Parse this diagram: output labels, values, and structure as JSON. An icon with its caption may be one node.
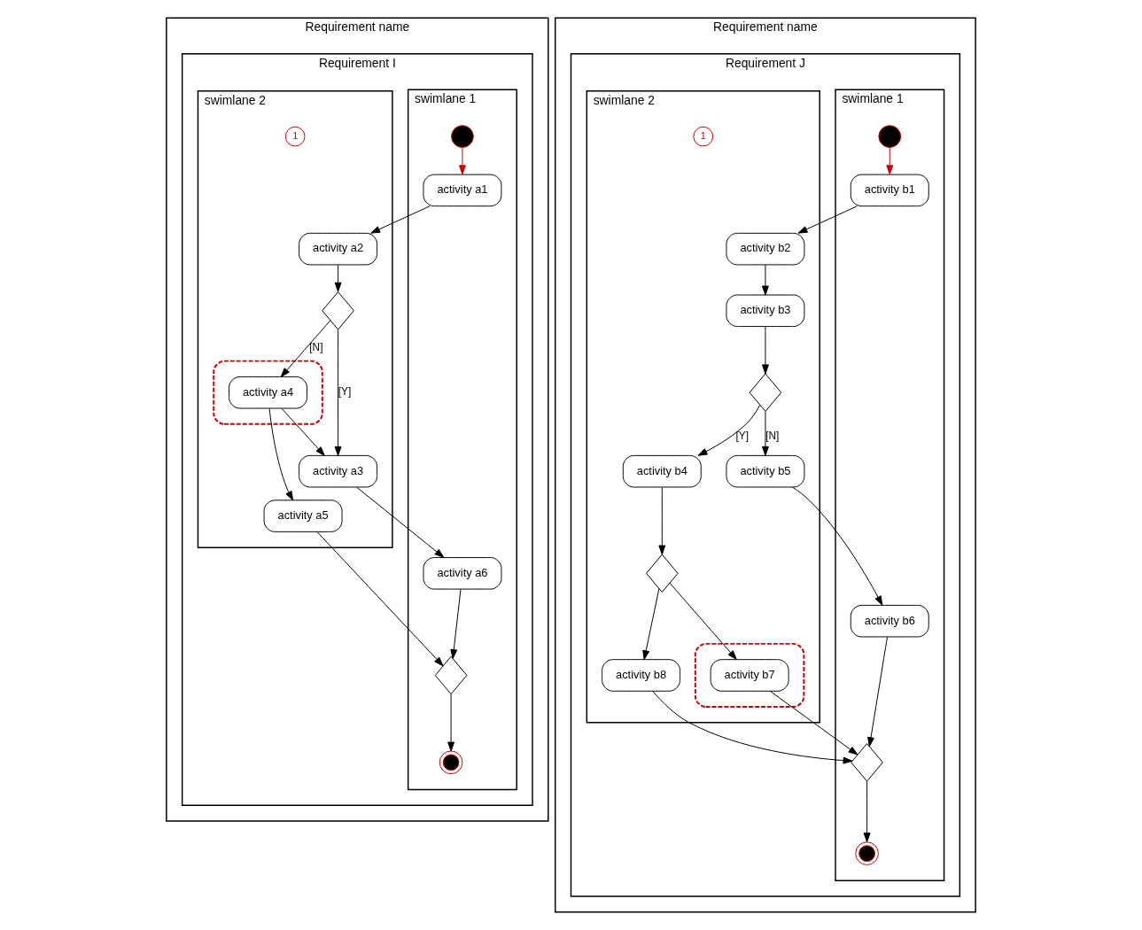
{
  "diagram": {
    "nodes": [
      {
        "text": [
          "Requirement name"
        ]
      },
      {
        "text": [
          "Requirement I"
        ],
        "in": 0
      },
      {
        "text": [
          "swimlane 1"
        ],
        "in": 1
      },
      {
        "text": [
          "swimlane 2"
        ],
        "in": 1
      },
      {
        "text": [],
        "shape": "circle",
        "in": 2
      },
      {
        "text": [
          "activity a1"
        ],
        "in": 2
      },
      {
        "text": [
          "activity a2"
        ],
        "in": 3
      },
      {
        "text": [],
        "shape": "diamond",
        "in": 3
      },
      {
        "text": [
          "activity a3"
        ],
        "in": 3
      },
      {
        "text": [],
        "shape": "ellipse",
        "in": 3
      },
      {
        "text": [
          "activity a4"
        ],
        "in": 9
      },
      {
        "text": [
          "1"
        ],
        "in": 3
      },
      {
        "text": [
          "activity a6"
        ],
        "in": 2
      },
      {
        "text": [
          "activity a5"
        ],
        "in": 3
      },
      {
        "text": [],
        "shape": "diamond",
        "in": 2
      },
      {
        "text": [],
        "shape": "bullseye",
        "in": 2
      },
      {
        "text": [
          "Requirement name"
        ]
      },
      {
        "text": [
          "Requirement J"
        ],
        "in": 16
      },
      {
        "text": [
          "swimlane 1"
        ],
        "in": 17
      },
      {
        "text": [
          "swimlane 2"
        ],
        "in": 17
      },
      {
        "text": [],
        "shape": "circle",
        "in": 18
      },
      {
        "text": [
          "activity b1"
        ],
        "in": 18
      },
      {
        "text": [
          "activity b2"
        ],
        "in": 19
      },
      {
        "text": [
          "activity b3"
        ],
        "in": 19
      },
      {
        "text": [],
        "shape": "diamond",
        "in": 19
      },
      {
        "text": [
          "activity b6"
        ],
        "in": 18
      },
      {
        "text": [
          "activity b5"
        ],
        "in": 19
      },
      {
        "text": [
          "activity b4"
        ],
        "in": 19
      },
      {
        "text": [
          "1"
        ],
        "in": 19
      },
      {
        "text": [],
        "shape": "ellipse",
        "in": 19
      },
      {
        "text": [
          "activity b7"
        ],
        "in": 29
      },
      {
        "text": [],
        "shape": "diamond",
        "in": 19
      },
      {
        "text": [],
        "shape": "diamond",
        "in": 18
      },
      {
        "text": [],
        "shape": "bullseye",
        "in": 18
      },
      {
        "text": [
          "activity b8"
        ],
        "in": 19
      }
    ],
    "edges": [
      {
        "from": 4,
        "to": 5,
        "arrow": "to",
        "color": "#cc0000"
      },
      {
        "from": 5,
        "to": 6,
        "arrow": "to"
      },
      {
        "from": 6,
        "to": 7,
        "arrow": "to"
      },
      {
        "from": 7,
        "to": 8,
        "arrow": "to",
        "label": "[Y]"
      },
      {
        "from": 7,
        "to": 10,
        "arrow": "to",
        "label": "[N]"
      },
      {
        "from": 10,
        "to": 8,
        "arrow": "to"
      },
      {
        "from": 10,
        "to": 13,
        "arrow": "to"
      },
      {
        "from": 8,
        "to": 12,
        "arrow": "to"
      },
      {
        "from": 12,
        "to": 14,
        "arrow": "to"
      },
      {
        "from": 13,
        "to": 14,
        "arrow": "to"
      },
      {
        "from": 14,
        "to": 15,
        "arrow": "to"
      },
      {
        "from": 20,
        "to": 21,
        "arrow": "to",
        "color": "#cc0000"
      },
      {
        "from": 21,
        "to": 22,
        "arrow": "to"
      },
      {
        "from": 22,
        "to": 23,
        "arrow": "to"
      },
      {
        "from": 23,
        "to": 24,
        "arrow": "to"
      },
      {
        "from": 24,
        "to": 26,
        "arrow": "to",
        "label": "[N]"
      },
      {
        "from": 24,
        "to": 27,
        "arrow": "to",
        "label": "[Y]"
      },
      {
        "from": 26,
        "to": 25,
        "arrow": "to"
      },
      {
        "from": 27,
        "to": 31,
        "arrow": "to"
      },
      {
        "from": 31,
        "to": 30,
        "arrow": "to"
      },
      {
        "from": 31,
        "to": 34,
        "arrow": "to"
      },
      {
        "from": 30,
        "to": 32,
        "arrow": "to"
      },
      {
        "from": 34,
        "to": 32,
        "arrow": "to"
      },
      {
        "from": 25,
        "to": 32,
        "arrow": "to"
      },
      {
        "from": 32,
        "to": 33,
        "arrow": "to"
      }
    ]
  }
}
